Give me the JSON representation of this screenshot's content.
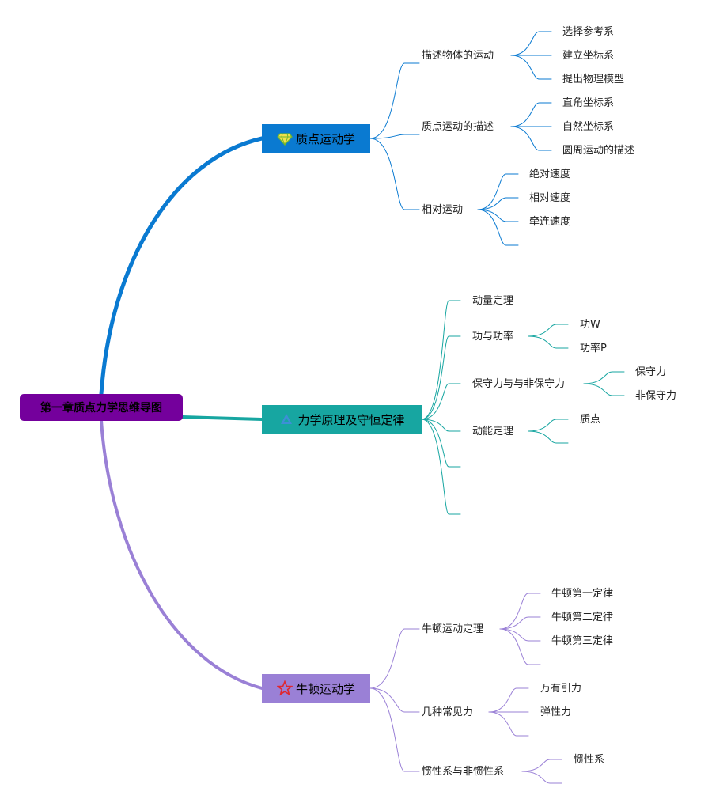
{
  "root": {
    "label": "第一章质点力学思维导图"
  },
  "colors": {
    "root": "#74009c",
    "branch1": "#0a7ad1",
    "branch2": "#17a6a1",
    "branch3": "#9a80d6"
  },
  "branches": [
    {
      "label": "质点运动学",
      "icon": "gem-icon",
      "subs": [
        {
          "label": "描述物体的运动",
          "leaves": [
            "选择参考系",
            "建立坐标系",
            "提出物理模型"
          ]
        },
        {
          "label": "质点运动的描述",
          "leaves": [
            "直角坐标系",
            "自然坐标系",
            "圆周运动的描述"
          ]
        },
        {
          "label": "相对运动",
          "leaves": [
            "绝对速度",
            "相对速度",
            "牵连速度",
            ""
          ]
        }
      ]
    },
    {
      "label": "力学原理及守恒定律",
      "icon": "triangle-flag-icon",
      "subs": [
        {
          "label": "动量定理",
          "leaves": []
        },
        {
          "label": "功与功率",
          "leaves": [
            "功W",
            "功率P"
          ]
        },
        {
          "label": "保守力与与非保守力",
          "leaves": [
            "保守力",
            "非保守力"
          ]
        },
        {
          "label": "动能定理",
          "leaves": [
            "质点",
            ""
          ]
        },
        {
          "label": "",
          "leaves": []
        },
        {
          "label": "",
          "leaves": []
        }
      ]
    },
    {
      "label": "牛顿运动学",
      "icon": "star-icon",
      "subs": [
        {
          "label": "牛顿运动定理",
          "leaves": [
            "牛顿第一定律",
            "牛顿第二定律",
            "牛顿第三定律",
            ""
          ]
        },
        {
          "label": "几种常见力",
          "leaves": [
            "万有引力",
            "弹性力",
            ""
          ]
        },
        {
          "label": "惯性系与非惯性系",
          "leaves": [
            "惯性系",
            ""
          ]
        }
      ]
    }
  ]
}
